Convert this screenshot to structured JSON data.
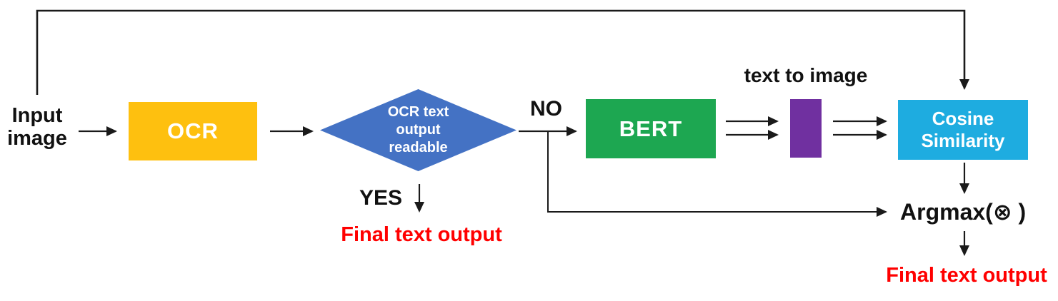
{
  "diagram": {
    "title_hint": "OCR / BERT text recognition pipeline flowchart",
    "nodes": {
      "input_label": "Input image",
      "ocr": "OCR",
      "decision": "OCR text output readable",
      "no_label": "NO",
      "yes_label": "YES",
      "bert": "BERT",
      "text_to_image_label": "text to image",
      "cosine": "Cosine Similarity",
      "argmax": "Argmax(⊗ )",
      "final_left": "Final text output",
      "final_right": "Final text output"
    },
    "edges": [
      "input-image -> OCR",
      "OCR -> decision(OCR text output readable)",
      "decision -YES-> final text output (left)",
      "decision -NO-> BERT",
      "NO branch -> Argmax",
      "BERT => text-to-image embedding bar",
      "embedding bar => Cosine Similarity",
      "input-image (feedback over top) -> Cosine Similarity",
      "Cosine Similarity -> Argmax",
      "Argmax -> final text output (right)"
    ]
  },
  "colors": {
    "ocr-box": "#FEC00F",
    "decision-diamond": "#4472C4",
    "bert-box": "#1DA751",
    "embedding-bar": "#7030A0",
    "cosine-box": "#1EACE0",
    "final-text": "#FF0000",
    "line": "#1a1a1a",
    "label-text": "#111111",
    "node-text": "#FFFFFF"
  }
}
